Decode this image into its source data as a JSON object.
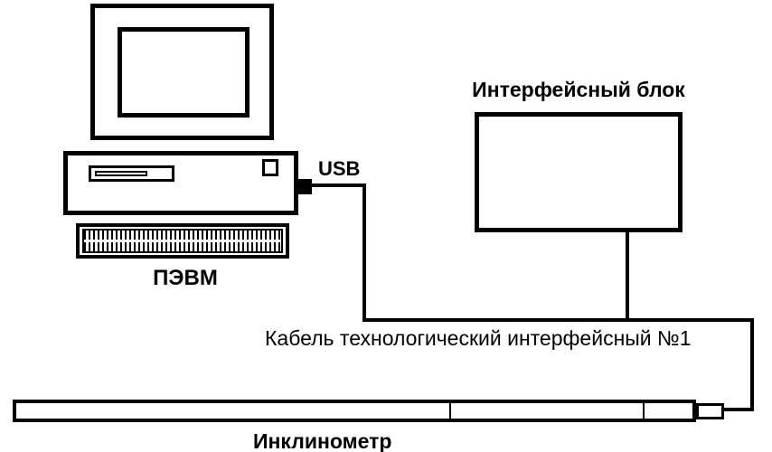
{
  "labels": {
    "pc": "ПЭВМ",
    "usb": "USB",
    "interface_block": "Интерфейсный блок",
    "cable": "Кабель технологический интерфейсный №1",
    "inclinometer": "Инклинометр"
  },
  "colors": {
    "line": "#000000",
    "background": "#ffffff"
  },
  "diagram": {
    "type": "wiring-schematic",
    "nodes": [
      "ПЭВМ",
      "Интерфейсный блок",
      "Инклинометр"
    ],
    "connections": [
      {
        "from": "ПЭВМ",
        "to": "Интерфейсный блок",
        "via": "USB"
      },
      {
        "from": "Интерфейсный блок",
        "to": "Инклинометр",
        "via": "Кабель технологический интерфейсный №1"
      }
    ]
  }
}
